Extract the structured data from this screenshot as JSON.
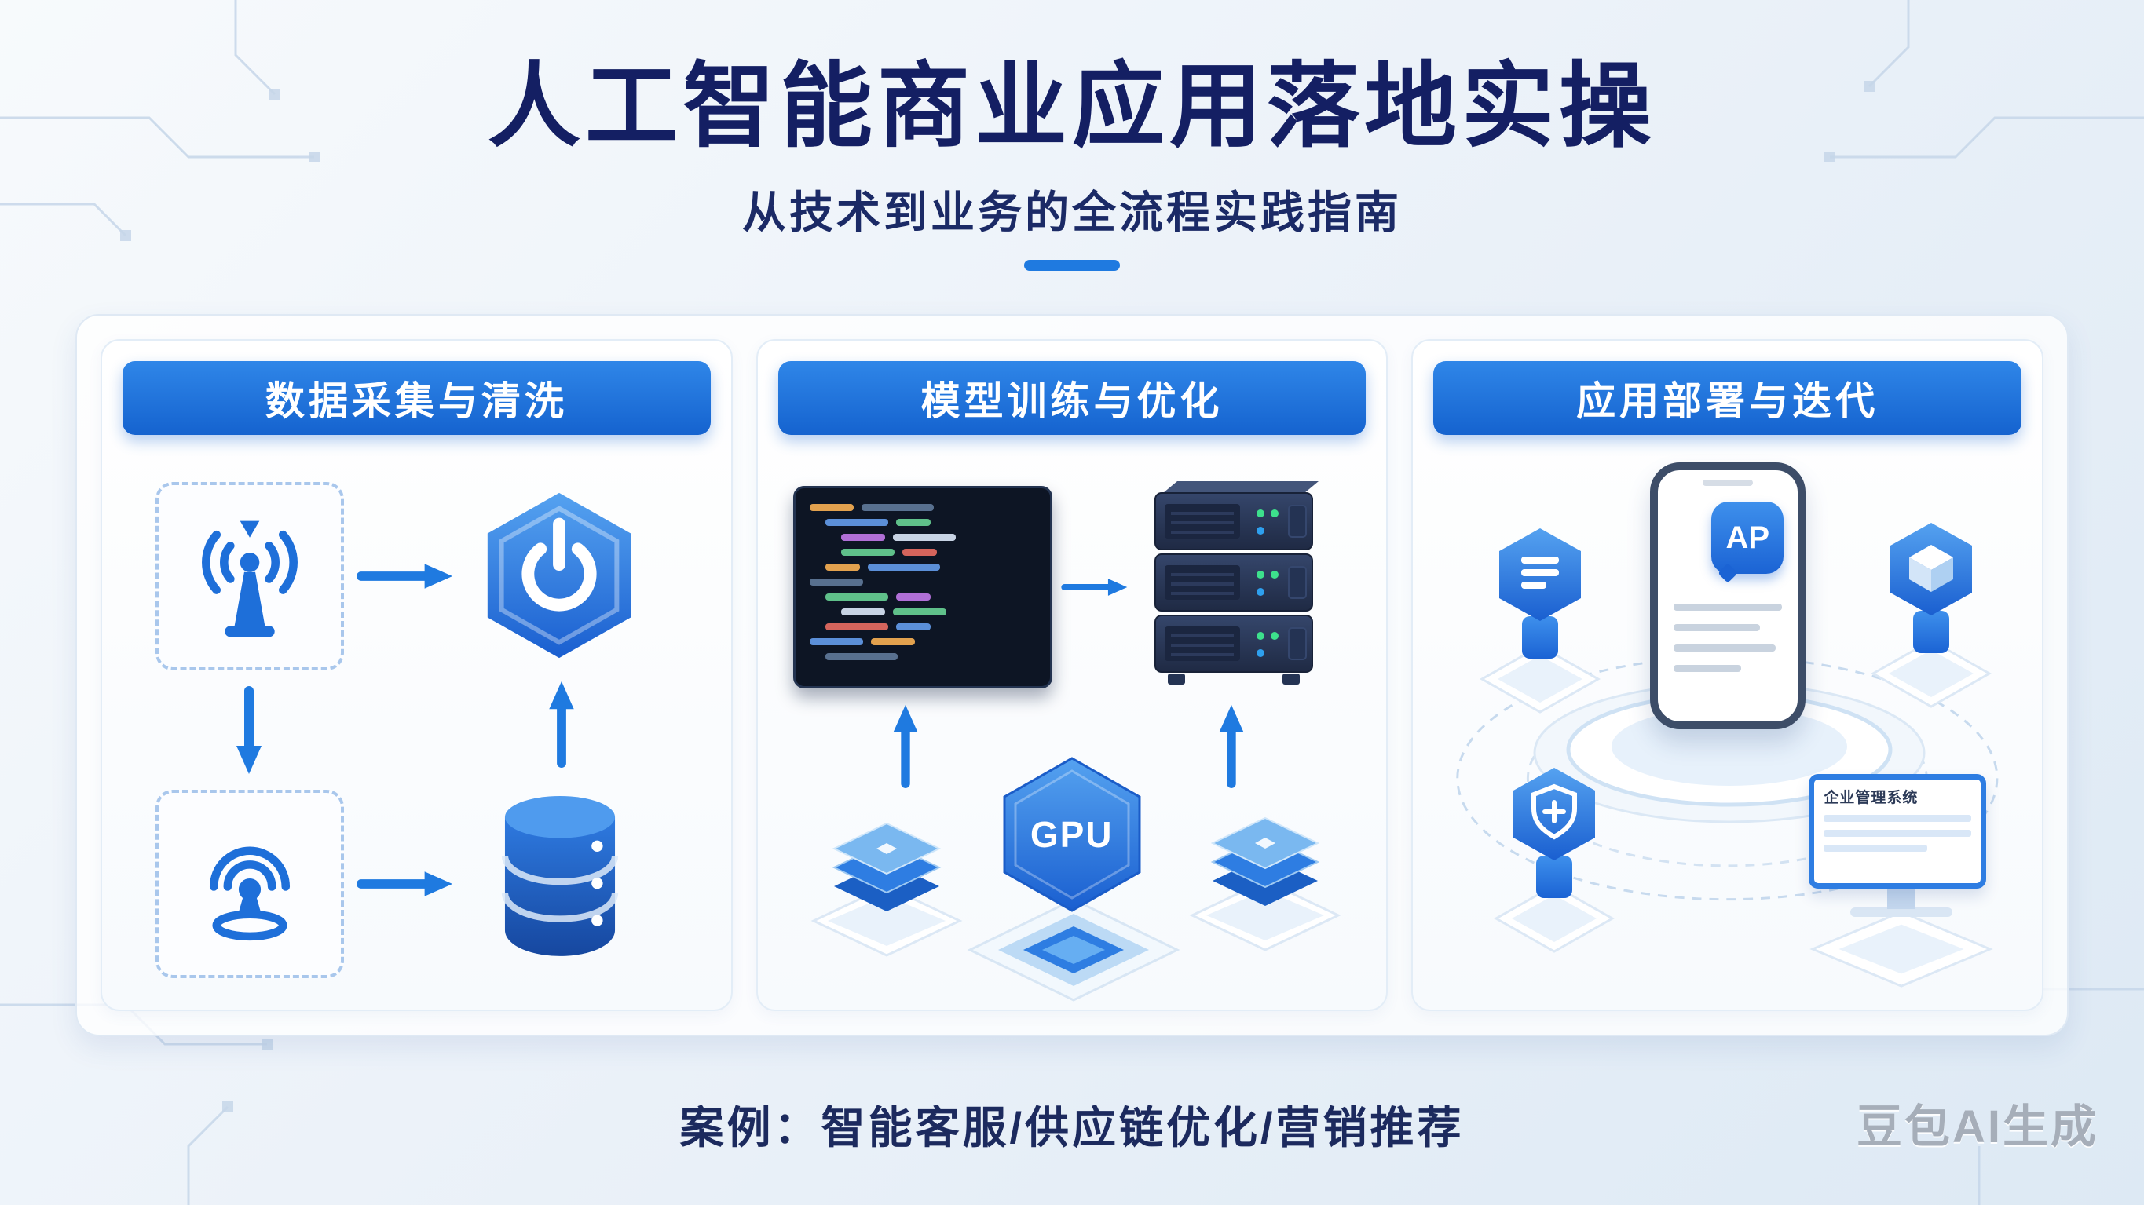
{
  "header": {
    "title": "人工智能商业应用落地实操",
    "subtitle": "从技术到业务的全流程实践指南"
  },
  "panels": [
    {
      "title": "数据采集与清洗",
      "icons": [
        "broadcast-antenna-icon",
        "hexagon-power-icon",
        "beacon-sensor-icon",
        "database-icon",
        "arrow-right-icon",
        "arrow-down-icon",
        "arrow-up-icon"
      ]
    },
    {
      "title": "模型训练与优化",
      "gpu_label": "GPU",
      "icons": [
        "code-editor-window",
        "server-rack-icon",
        "gpu-hexagon-icon",
        "chip-stack-icon",
        "isometric-platform",
        "arrow-right-icon",
        "arrow-up-icon"
      ]
    },
    {
      "title": "应用部署与迭代",
      "app_icon_label": "AP",
      "monitor_screen_title": "企业管理系统",
      "icons": [
        "smartphone-icon",
        "document-badge-icon",
        "cube-badge-icon",
        "shield-badge-icon",
        "monitor-icon",
        "stage-platform",
        "orbit-rings"
      ]
    }
  ],
  "footer": {
    "cases": "案例：智能客服/供应链优化/营销推荐"
  },
  "watermark": "豆包AI生成",
  "colors": {
    "title_text": "#141f63",
    "accent_blue": "#1f7ae0",
    "header_gradient_top": "#2f86e8",
    "header_gradient_bottom": "#1563cf",
    "icon_blue": "#1e6fd9",
    "server_navy": "#2b3a55",
    "code_bg": "#0d1524"
  }
}
